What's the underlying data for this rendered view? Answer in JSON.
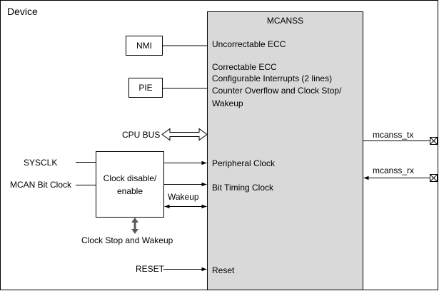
{
  "device_label": "Device",
  "mcanss": {
    "title": "MCANSS",
    "signals": {
      "uncorrectable_ecc": "Uncorrectable ECC",
      "correctable_ecc": "Correctable ECC",
      "configurable_interrupts": "Configurable Interrupts (2 lines)",
      "counter_overflow_line1": "Counter Overflow and Clock Stop/",
      "counter_overflow_line2": "Wakeup",
      "peripheral_clock": "Peripheral Clock",
      "bit_timing_clock": "Bit Timing Clock",
      "reset": "Reset"
    }
  },
  "blocks": {
    "nmi": "NMI",
    "pie": "PIE",
    "clock_ctrl_line1": "Clock disable/",
    "clock_ctrl_line2": "enable"
  },
  "labels": {
    "cpu_bus": "CPU BUS",
    "sysclk": "SYSCLK",
    "mcan_bit_clock": "MCAN Bit Clock",
    "wakeup": "Wakeup",
    "clock_stop_wakeup": "Clock Stop and Wakeup",
    "reset_in": "RESET",
    "mcanss_tx": "mcanss_tx",
    "mcanss_rx": "mcanss_rx"
  },
  "colors": {
    "mcanss_fill": "#d9d9d9",
    "clock_arrow_fill": "#595959",
    "line": "#000000"
  }
}
